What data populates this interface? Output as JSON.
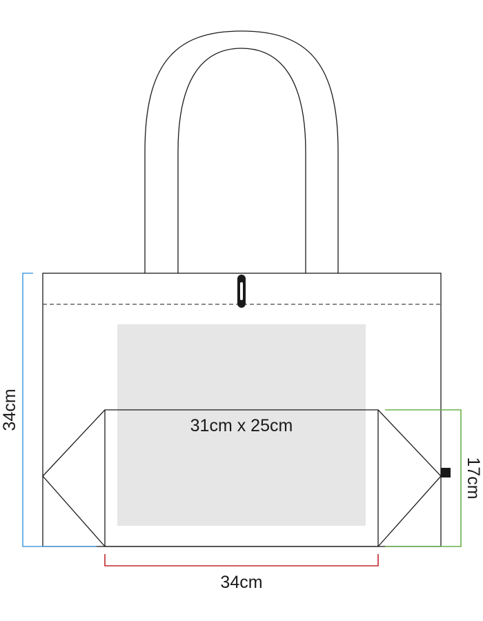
{
  "dimensions": {
    "height_label": "34cm",
    "width_label": "34cm",
    "depth_label": "17cm",
    "print_area_label": "31cm x 25cm"
  },
  "colors": {
    "outline": "#1a1a1a",
    "print_area": "#e6e6e6",
    "height_marker": "#4a9ee0",
    "width_marker": "#c0282d",
    "depth_marker": "#6ab04c"
  }
}
